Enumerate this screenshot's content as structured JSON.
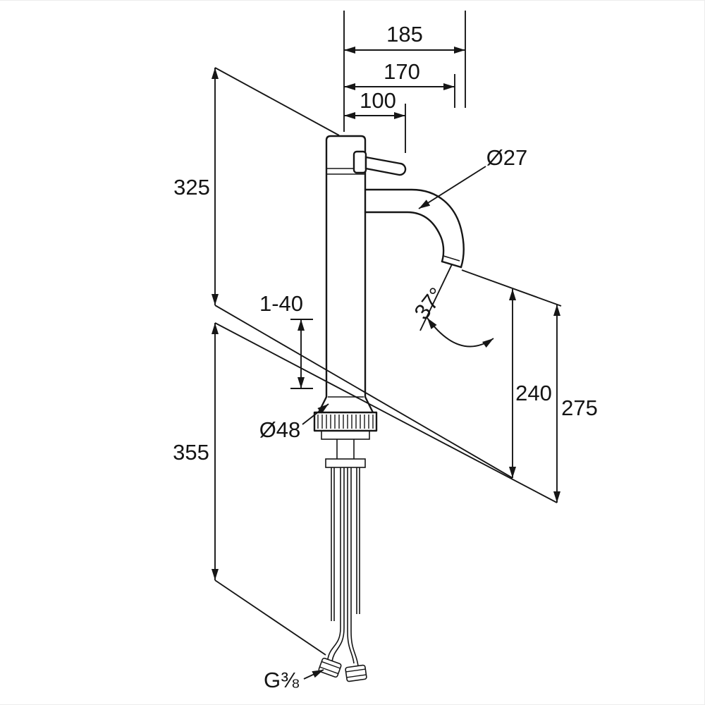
{
  "drawing": {
    "subject": "tall single-lever basin mixer faucet - dimensioned side elevation with mounting hardware and supply hoses",
    "units": "mm",
    "colors": {
      "line": "#161616",
      "background": "#ffffff"
    },
    "labels": {
      "d185": "185",
      "d170": "170",
      "d100": "100",
      "d325": "325",
      "d27": "Ø27",
      "d1_40": "1-40",
      "a37": "37°",
      "d240": "240",
      "d275": "275",
      "d48": "Ø48",
      "d355": "355",
      "thread": "G⅜"
    }
  }
}
